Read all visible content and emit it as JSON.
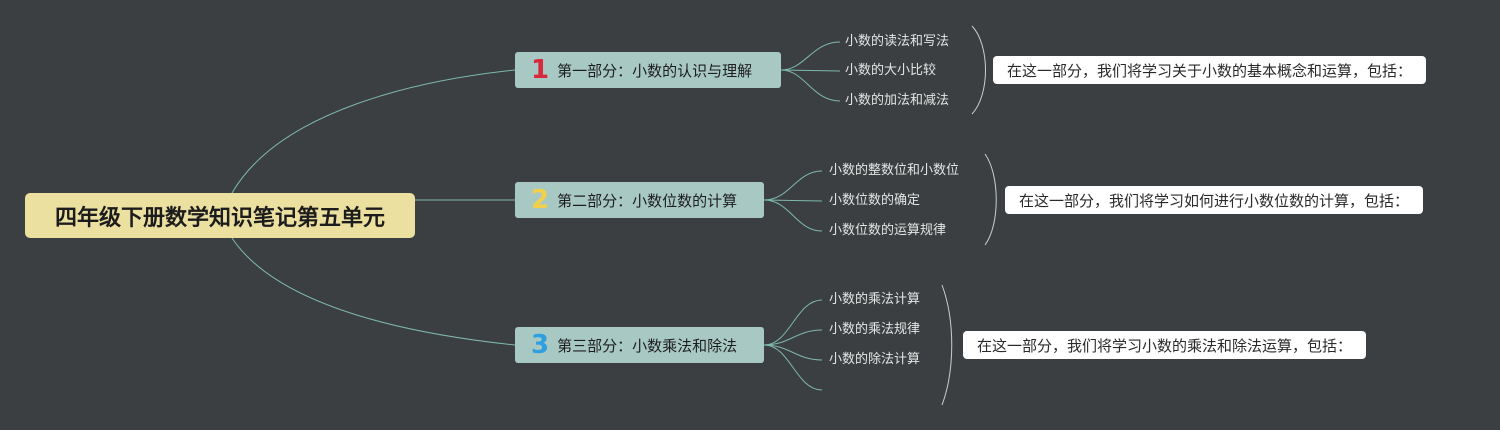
{
  "root": {
    "title": "四年级下册数学知识笔记第五单元"
  },
  "branches": [
    {
      "number": "1",
      "number_color": "#d8283c",
      "label": "第一部分：小数的认识与理解",
      "leaves": [
        "小数的读法和写法",
        "小数的大小比较",
        "小数的加法和减法"
      ],
      "summary": "在这一部分，我们将学习关于小数的基本概念和运算，包括："
    },
    {
      "number": "2",
      "number_color": "#f2d04a",
      "label": "第二部分：小数位数的计算",
      "leaves": [
        "小数的整数位和小数位",
        "小数位数的确定",
        "小数位数的运算规律"
      ],
      "summary": "在这一部分，我们将学习如何进行小数位数的计算，包括："
    },
    {
      "number": "3",
      "number_color": "#2f9fe0",
      "label": "第三部分：小数乘法和除法",
      "leaves": [
        "小数的乘法计算",
        "小数的乘法规律",
        "小数的除法计算"
      ],
      "summary": "在这一部分，我们将学习小数的乘法和除法运算，包括："
    }
  ],
  "colors": {
    "background": "#3b3f41",
    "connector": "#7fb8ad",
    "bracket": "#c9cfcc"
  }
}
